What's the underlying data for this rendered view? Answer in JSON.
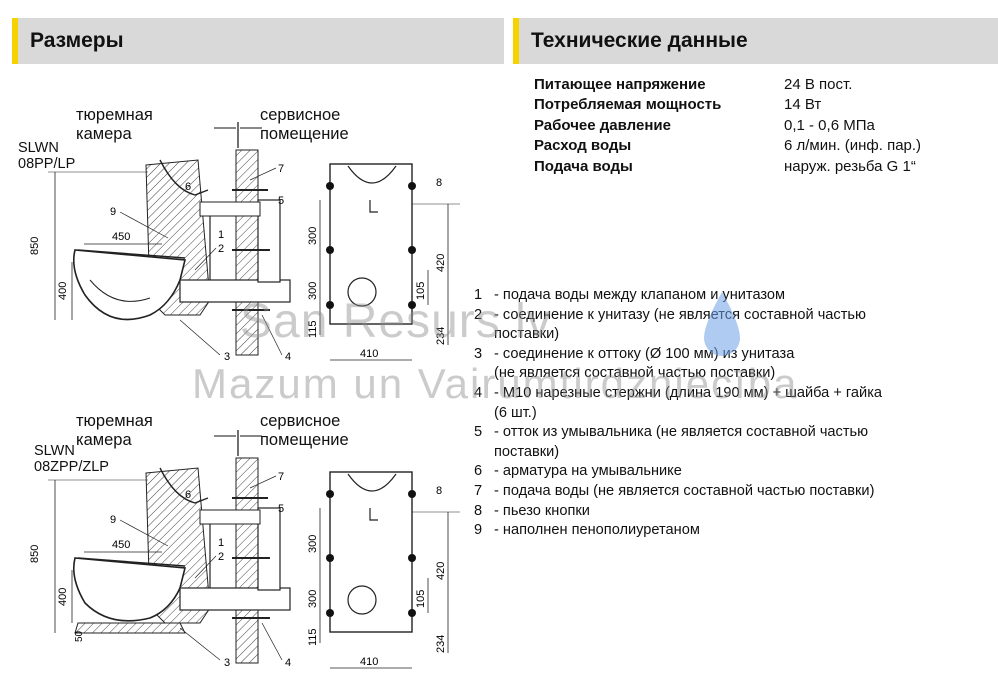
{
  "headers": {
    "dimensions": "Размеры",
    "technical": "Технические данные"
  },
  "specs": [
    {
      "label": "Питающее напряжение",
      "value": "24 В пост."
    },
    {
      "label": "Потребляемая мощность",
      "value": "14 Вт"
    },
    {
      "label": "Рабочее давление",
      "value": "0,1 - 0,6 МПа"
    },
    {
      "label": "Расход воды",
      "value": "6 л/мин. (инф. пар.)"
    },
    {
      "label": "Подача воды",
      "value": "наруж. резьба G 1“"
    }
  ],
  "legend": [
    {
      "num": "1",
      "text": "- подача воды между клапаном и унитазом"
    },
    {
      "num": "2",
      "text": "- соединение к унитазу (не является составной частью\nпоставки)"
    },
    {
      "num": "3",
      "text": "- соединение к оттоку (Ø 100 мм) из унитаза\n(не является составной частью поставки)"
    },
    {
      "num": "4",
      "text": "- M10 нарезные стержни (длина 190 мм) + шайба + гайка\n(6 шт.)"
    },
    {
      "num": "5",
      "text": "- отток из умывальника (не является составной частью\nпоставки)"
    },
    {
      "num": "6",
      "text": "- арматура на умывальнике"
    },
    {
      "num": "7",
      "text": "- подача воды (не является составной частью поставки)"
    },
    {
      "num": "8",
      "text": "- пьезо кнопки"
    },
    {
      "num": "9",
      "text": "- наполнен пенополиуретаном"
    }
  ],
  "diagrams": [
    {
      "prison_cell": "тюремная камера",
      "service_room": "сервисное помещение",
      "model": "SLWN 08PP/LP",
      "dims": {
        "h850": "850",
        "h400": "400",
        "w450": "450",
        "h300a": "300",
        "h300b": "300",
        "h115": "115",
        "h420": "420",
        "h105": "105",
        "h234": "234",
        "w410": "410"
      },
      "labels": [
        "1",
        "2",
        "3",
        "4",
        "5",
        "6",
        "7",
        "8",
        "9"
      ]
    },
    {
      "prison_cell": "тюремная камера",
      "service_room": "сервисное помещение",
      "model": "SLWN 08ZPP/ZLP",
      "dims": {
        "h850": "850",
        "h400": "400",
        "w450": "450",
        "h300a": "300",
        "h300b": "300",
        "h115": "115",
        "h420": "420",
        "h105": "105",
        "h234": "234",
        "w410": "410",
        "h50": "50"
      },
      "labels": [
        "1",
        "2",
        "3",
        "4",
        "5",
        "6",
        "7",
        "8",
        "9"
      ]
    }
  ],
  "watermark": {
    "line1": "San Resurs lv",
    "line2": "Mazum un Vairumtirdzniecība"
  }
}
